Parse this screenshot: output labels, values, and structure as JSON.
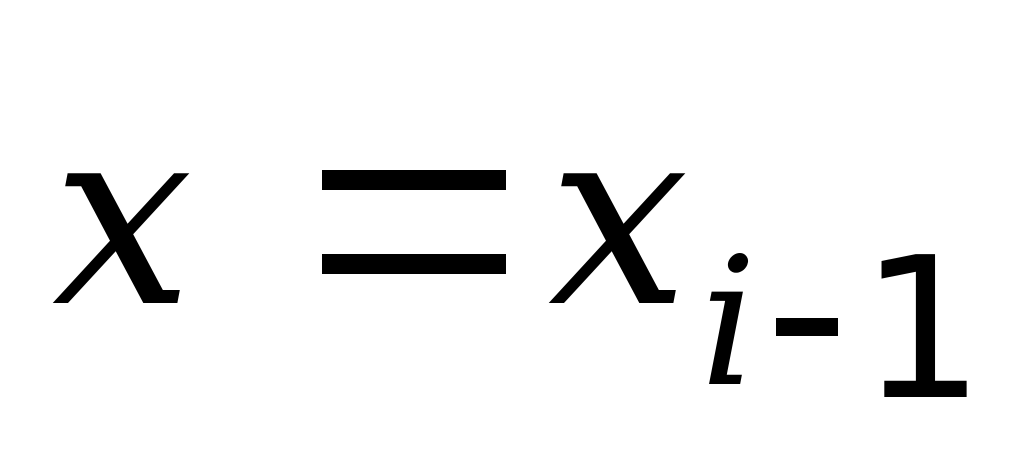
{
  "equation": {
    "lhs": "x",
    "operator": "=",
    "rhs_base": "x",
    "rhs_subscript": {
      "variable": "i",
      "operator": "-",
      "constant": "1"
    }
  }
}
